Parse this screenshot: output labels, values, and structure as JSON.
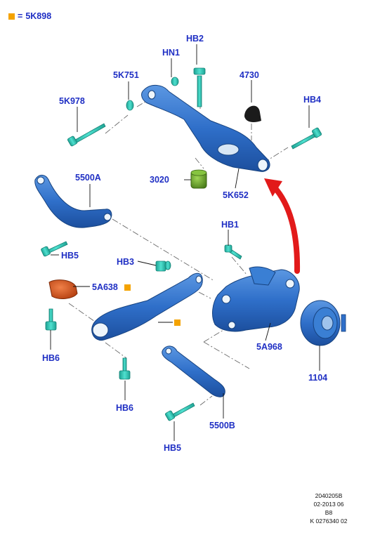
{
  "legend": {
    "equals": "=",
    "code": "5K898",
    "marker_color": "#f4a300"
  },
  "callouts": {
    "hn1": "HN1",
    "hb2": "HB2",
    "p5k751": "5K751",
    "p4730": "4730",
    "p5k978": "5K978",
    "hb4": "HB4",
    "p5500a": "5500A",
    "p3020": "3020",
    "p5k652": "5K652",
    "hb1": "HB1",
    "hb5_top": "HB5",
    "hb3": "HB3",
    "p5a638": "5A638",
    "hb6_left": "HB6",
    "p5a968": "5A968",
    "p1104": "1104",
    "hb6_mid": "HB6",
    "p5500b": "5500B",
    "hb5_bottom": "HB5"
  },
  "footer": {
    "line1": "2040205B",
    "line2": "02-2013 06",
    "line3": "B8",
    "line4": "K 0276340 02"
  },
  "colors": {
    "label_blue": "#1f2fc4",
    "part_blue": "#2f6fc9",
    "bolt_teal": "#2fc7b6",
    "bushing_green": "#6fa82a",
    "bushing_orange": "#d9561c",
    "arrow_red": "#e21a1a"
  }
}
